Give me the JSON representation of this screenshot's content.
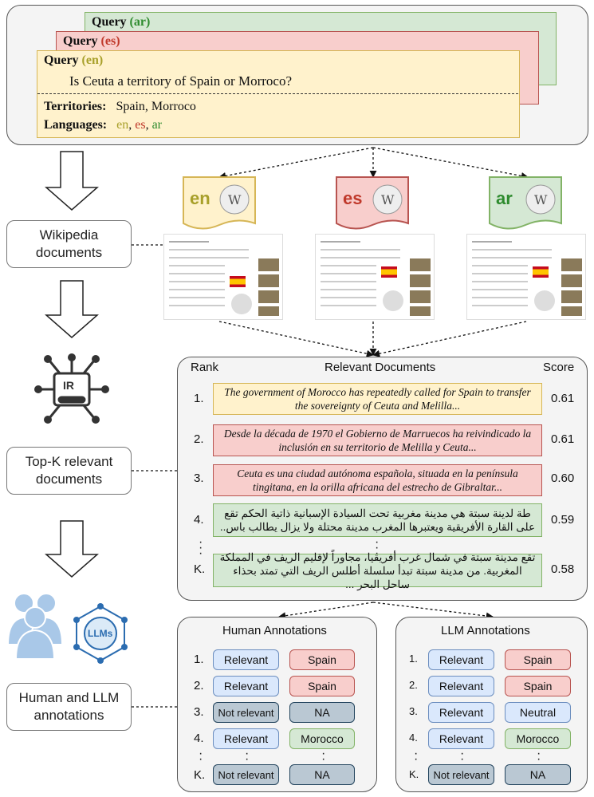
{
  "query_panel": {
    "query_ar_label": "Query",
    "query_ar_lang": "(ar)",
    "query_es_label": "Query",
    "query_es_lang": "(es)",
    "query_en_label": "Query",
    "query_en_lang": "(en)",
    "question": "Is Ceuta a territory of Spain or Morroco?",
    "territories_label": "Territories:",
    "territories_value": "Spain, Morroco",
    "languages_label": "Languages:",
    "lang_en": "en",
    "lang_sep1": ", ",
    "lang_es": "es",
    "lang_sep2": ", ",
    "lang_ar": "ar"
  },
  "steps": {
    "wikipedia": "Wikipedia documents",
    "ir_icon_text": "IR",
    "topk": "Top-K relevant documents",
    "llm_icon_text": "LLMs",
    "annotations": "Human and LLM annotations"
  },
  "wiki_tags": [
    "en",
    "es",
    "ar"
  ],
  "ranking": {
    "rank_header": "Rank",
    "docs_header": "Relevant Documents",
    "score_header": "Score",
    "rows": [
      {
        "rank": "1.",
        "text": "The government of Morocco has repeatedly called for Spain to transfer the sovereignty of Ceuta and Melilla...",
        "score": "0.61"
      },
      {
        "rank": "2.",
        "text": "Desde la década de 1970 el Gobierno de Marruecos ha reivindicado la inclusión en su territorio de Melilla y Ceuta...",
        "score": "0.61"
      },
      {
        "rank": "3.",
        "text": "Ceuta es una ciudad autónoma española, situada en la península tingitana, en la orilla africana del estrecho de Gibraltar...",
        "score": "0.60"
      },
      {
        "rank": "4.",
        "text": "طة لدينة سبتة هي مدينة مغربية تحت السيادة الإسبانية ذاتية الحكم تقع على القارة الأفريقية ويعتبرها المغرب مدينة محتلة ولا يزال يطالب باس..",
        "score": "0.59"
      },
      {
        "rank": "K.",
        "text": "تقع مدينة سبتة في شمال غرب أفريقيا، مجاوراً لإقليم الريف في المملكة المغربية. من مدينة سبتة تبدأ سلسلة أطلس الريف التي تمتد بحذاء ساحل البحر ...",
        "score": "0.58"
      }
    ]
  },
  "human_annotations": {
    "title": "Human Annotations",
    "rows": [
      {
        "rank": "1.",
        "relevance": "Relevant",
        "territory": "Spain"
      },
      {
        "rank": "2.",
        "relevance": "Relevant",
        "territory": "Spain"
      },
      {
        "rank": "3.",
        "relevance": "Not relevant",
        "territory": "NA"
      },
      {
        "rank": "4.",
        "relevance": "Relevant",
        "territory": "Morocco"
      },
      {
        "rank": "K.",
        "relevance": "Not relevant",
        "territory": "NA"
      }
    ]
  },
  "llm_annotations": {
    "title": "LLM Annotations",
    "rows": [
      {
        "rank": "1.",
        "relevance": "Relevant",
        "territory": "Spain"
      },
      {
        "rank": "2.",
        "relevance": "Relevant",
        "territory": "Spain"
      },
      {
        "rank": "3.",
        "relevance": "Relevant",
        "territory": "Neutral"
      },
      {
        "rank": "4.",
        "relevance": "Relevant",
        "territory": "Morocco"
      },
      {
        "rank": "K.",
        "relevance": "Not relevant",
        "territory": "NA"
      }
    ]
  },
  "colors": {
    "en": "#a8a02a",
    "es": "#c0392b",
    "ar": "#2e8b2e",
    "en_fill": "#fff2cc",
    "es_fill": "#f8cecc",
    "ar_fill": "#d5e8d4"
  }
}
